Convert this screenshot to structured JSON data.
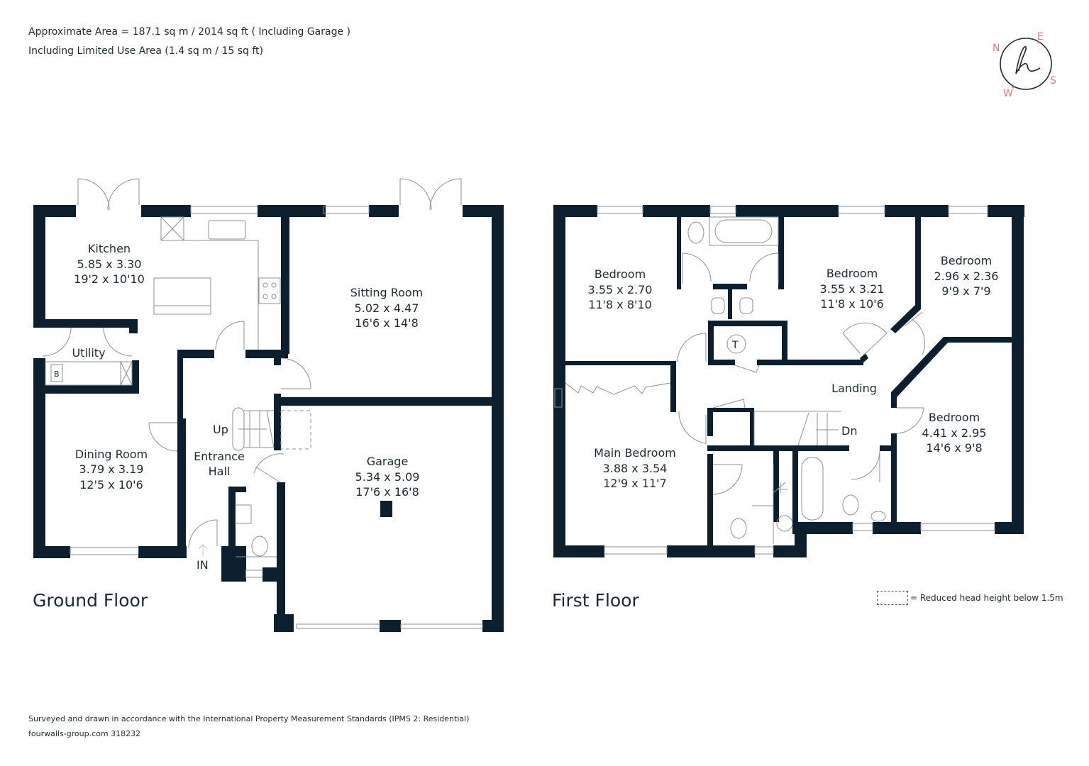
{
  "header": {
    "area_line": "Approximate Area = 187.1 sq m / 2014 sq ft ( Including Garage )",
    "limited_use_line": "Including Limited Use Area (1.4 sq m / 15 sq ft)"
  },
  "compass": {
    "n": "N",
    "e": "E",
    "s": "S",
    "w": "W",
    "logo_glyph": "h",
    "letter_color": "#e07a72",
    "ring_color": "#1d2a33"
  },
  "colors": {
    "wall": "#0b1f2e",
    "line": "#8a9096",
    "text": "#1d2a33"
  },
  "ground_floor": {
    "title": "Ground Floor",
    "rooms": [
      {
        "name": "Kitchen",
        "metric": "5.85 x 3.30",
        "imperial": "19'2 x 10'10"
      },
      {
        "name": "Sitting Room",
        "metric": "5.02 x 4.47",
        "imperial": "16'6 x 14'8"
      },
      {
        "name": "Utility"
      },
      {
        "name": "Dining Room",
        "metric": "3.79 x 3.19",
        "imperial": "12'5 x 10'6"
      },
      {
        "name": "Entrance",
        "name2": "Hall"
      },
      {
        "name": "Garage",
        "metric": "5.34 x 5.09",
        "imperial": "17'6 x 16'8"
      }
    ],
    "labels": {
      "up": "Up",
      "in": "IN",
      "boiler": "B"
    }
  },
  "first_floor": {
    "title": "First Floor",
    "rooms": [
      {
        "name": "Bedroom",
        "metric": "3.55 x 2.70",
        "imperial": "11'8 x 8'10"
      },
      {
        "name": "Bedroom",
        "metric": "3.55 x 3.21",
        "imperial": "11'8 x 10'6"
      },
      {
        "name": "Bedroom",
        "metric": "2.96 x 2.36",
        "imperial": "9'9 x 7'9"
      },
      {
        "name": "Main Bedroom",
        "metric": "3.88 x 3.54",
        "imperial": "12'9 x 11'7"
      },
      {
        "name": "Bedroom",
        "metric": "4.41 x 2.95",
        "imperial": "14'6 x 9'8"
      },
      {
        "name": "Landing"
      }
    ],
    "labels": {
      "down": "Dn",
      "tank": "T"
    }
  },
  "legend": {
    "text": "= Reduced head height below 1.5m"
  },
  "footer": {
    "standards": "Surveyed and drawn in accordance with the International Property Measurement Standards (IPMS 2: Residential)",
    "ref": "fourwalls-group.com 318232"
  }
}
